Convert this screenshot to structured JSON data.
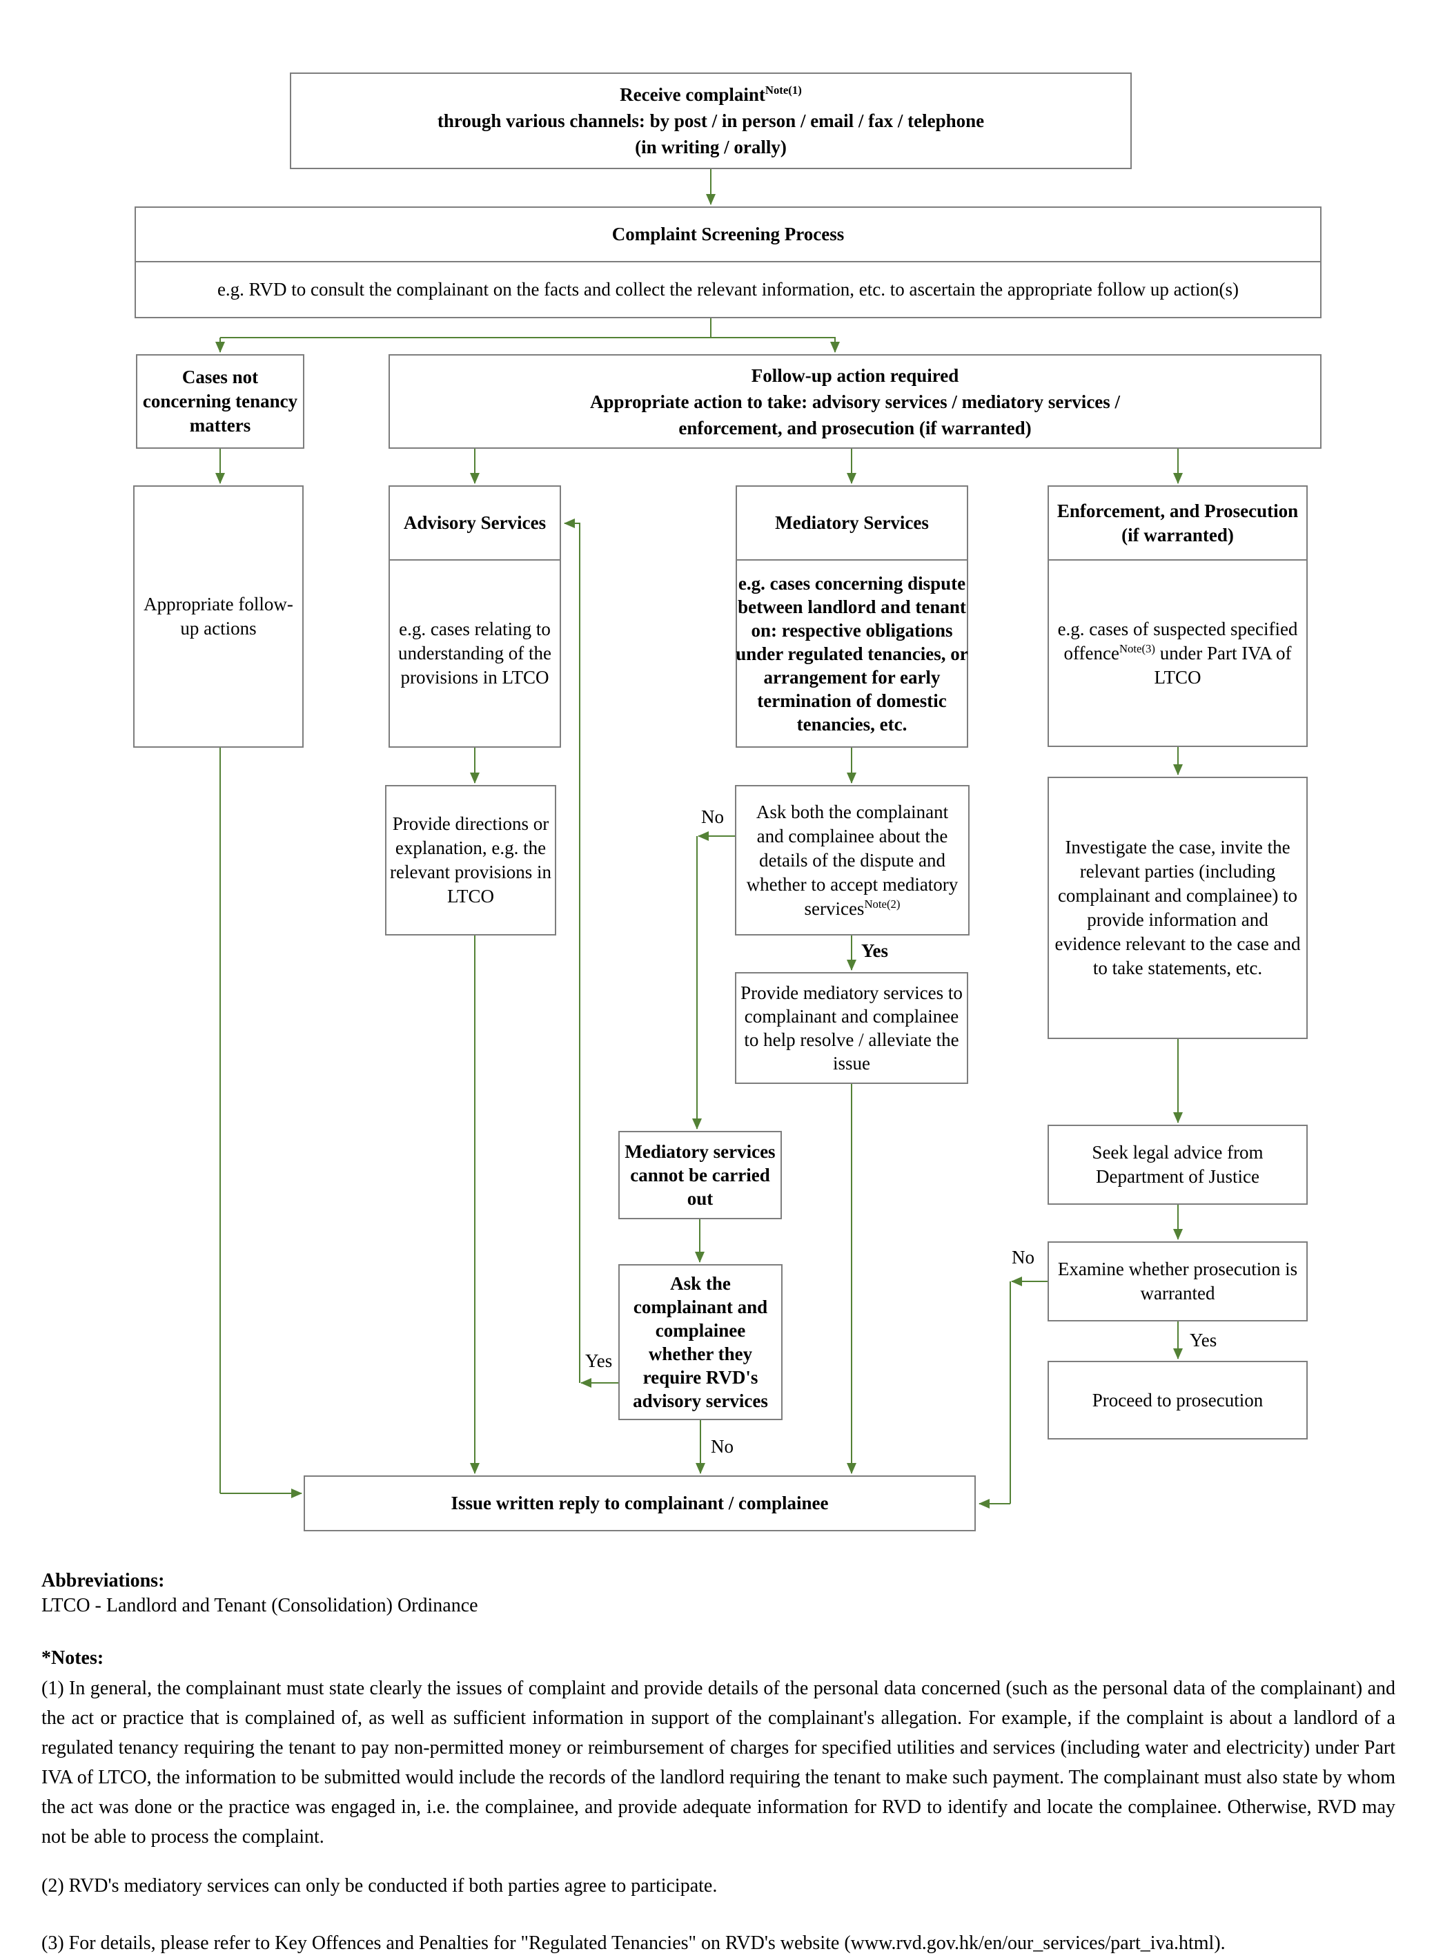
{
  "colors": {
    "arrow": "#538135",
    "box_border": "#7d7d7d",
    "text": "#000000",
    "background": "#ffffff"
  },
  "flow": {
    "receive": {
      "line1": "Receive complaint",
      "note": "Note(1)",
      "line2": "through various channels: by post / in person / email / fax / telephone",
      "line3": "(in writing / orally)"
    },
    "screening": {
      "title": "Complaint Screening Process",
      "body": "e.g. RVD to consult the complainant on the facts and collect the relevant information, etc. to ascertain the appropriate follow up action(s)"
    },
    "cases_not": {
      "lines": [
        "Cases not",
        "concerning tenancy",
        "matters"
      ]
    },
    "follow_up": {
      "lines": [
        "Follow-up action required",
        "Appropriate action to take: advisory services / mediatory services /",
        "enforcement, and prosecution (if warranted)"
      ]
    },
    "appropriate": {
      "lines": [
        "Appropriate follow-",
        "up actions"
      ]
    },
    "advisory": {
      "title": "Advisory Services",
      "lines": [
        "e.g. cases relating to",
        "understanding of the",
        "provisions in LTCO"
      ]
    },
    "mediatory": {
      "title": "Mediatory Services",
      "lines": [
        "e.g. cases concerning dispute",
        "between landlord and tenant",
        "on: respective obligations",
        "under regulated tenancies, or",
        "arrangement for early",
        "termination of domestic",
        "tenancies, etc."
      ]
    },
    "enforcement": {
      "title_line1": "Enforcement, and Prosecution",
      "title_line2": "(if warranted)",
      "body_line1": "e.g. cases of suspected specified",
      "body_line2_pre": "offence",
      "note": "Note(3)",
      "body_line2_post": " under Part IVA of",
      "body_line3": "LTCO"
    },
    "provide_directions": {
      "lines": [
        "Provide directions or",
        "explanation, e.g. the",
        "relevant provisions in",
        "LTCO"
      ]
    },
    "ask_both": {
      "lines": [
        "Ask both the complainant",
        "and complainee about the",
        "details of the dispute and",
        "whether to accept mediatory"
      ],
      "last_line": "services",
      "note": "Note(2)"
    },
    "provide_mediatory": {
      "lines": [
        "Provide mediatory services to",
        "complainant and complainee",
        "to help resolve / alleviate the",
        "issue"
      ]
    },
    "cannot": {
      "lines": [
        "Mediatory services",
        "cannot be carried",
        "out"
      ]
    },
    "ask_requery": {
      "lines": [
        "Ask the",
        "complainant and",
        "complainee",
        "whether they",
        "require RVD's",
        "advisory services"
      ]
    },
    "investigate": {
      "lines": [
        "Investigate the case, invite the",
        "relevant parties (including",
        "complainant and complainee) to",
        "provide information and",
        "evidence relevant to the case and",
        "to take statements, etc."
      ]
    },
    "seek": {
      "lines": [
        "Seek legal advice from",
        "Department of Justice"
      ]
    },
    "examine": {
      "lines": [
        "Examine whether prosecution is",
        "warranted"
      ]
    },
    "proceed": {
      "label": "Proceed to prosecution"
    },
    "issue": {
      "label": "Issue written reply to complainant / complainee"
    }
  },
  "labels": {
    "no_ask_both": "No",
    "yes_mediatory": "Yes",
    "yes_requery": "Yes",
    "no_requery": "No",
    "no_examine": "No",
    "yes_examine": "Yes"
  },
  "footer": {
    "abbr_title": "Abbreviations:",
    "abbr_line": "LTCO - Landlord and Tenant (Consolidation) Ordinance",
    "notes_title": "*Notes:",
    "note1": "(1) In general, the complainant must state clearly the issues of complaint and provide details of the personal data concerned (such as the personal data of the complainant) and the act or practice that is complained of, as well as sufficient information in support of the complainant's allegation.  For example, if the complaint is about a landlord of a regulated tenancy requiring the tenant to pay non-permitted money or reimbursement of charges for specified utilities and services (including water and electricity) under Part IVA of LTCO, the information to be submitted would include the records of the landlord requiring the tenant to make such payment.  The complainant must also state by whom the act was done or the practice was engaged in, i.e. the complainee, and provide adequate information for RVD to identify and locate the complainee.  Otherwise, RVD may not be able to process the complaint.",
    "note2": "(2) RVD's mediatory services can only be conducted if both parties agree to participate.",
    "note3": "(3) For details, please refer to Key Offences and Penalties for \"Regulated Tenancies\" on RVD's website (www.rvd.gov.hk/en/our_services/part_iva.html)."
  }
}
